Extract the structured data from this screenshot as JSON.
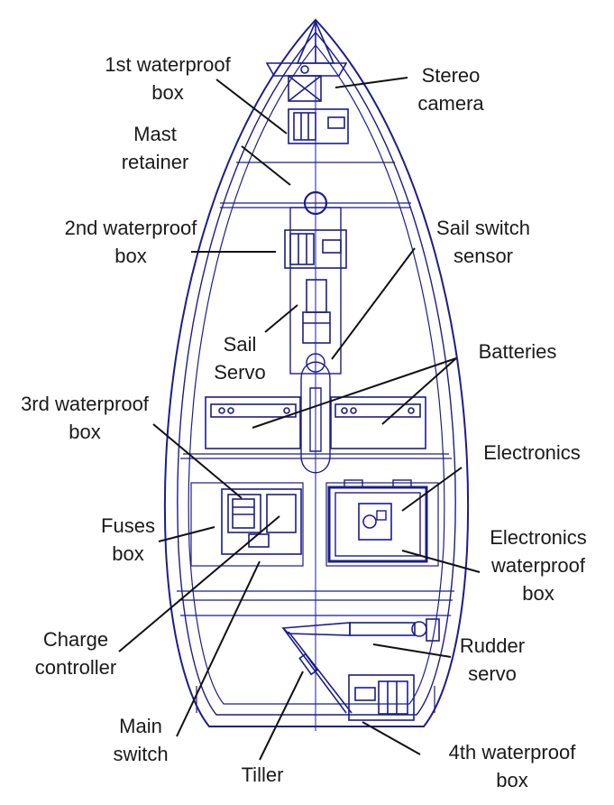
{
  "colors": {
    "drawing": "#1c1c8c",
    "leader": "#111111",
    "text": "#1a1a1a",
    "background": "#ffffff"
  },
  "labels": {
    "box1": [
      "1st waterproof",
      "box"
    ],
    "stereo_camera": [
      "Stereo",
      "camera"
    ],
    "mast_retainer": [
      "Mast",
      "retainer"
    ],
    "box2": [
      "2nd waterproof",
      "box"
    ],
    "sail_switch_sensor": [
      "Sail switch",
      "sensor"
    ],
    "sail_servo": [
      "Sail",
      "Servo"
    ],
    "batteries": [
      "Batteries"
    ],
    "box3": [
      "3rd waterproof",
      "box"
    ],
    "electronics": [
      "Electronics"
    ],
    "fuses_box": [
      "Fuses",
      "box"
    ],
    "electronics_box": [
      "Electronics",
      "waterproof",
      "box"
    ],
    "charge_controller": [
      "Charge",
      "controller"
    ],
    "rudder_servo": [
      "Rudder",
      "servo"
    ],
    "main_switch": [
      "Main",
      "switch"
    ],
    "tiller": [
      "Tiller"
    ],
    "box4": [
      "4th waterproof",
      "box"
    ]
  }
}
